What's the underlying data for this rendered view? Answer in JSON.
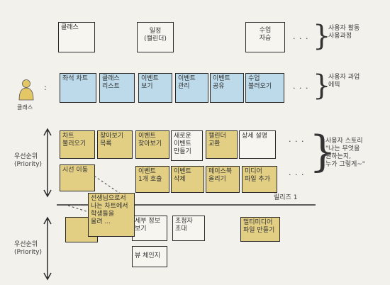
{
  "activities": {
    "cards": [
      "클래스",
      "일정\n(캘린더)",
      "수업\n자습"
    ],
    "dots": "· · ·",
    "label": "사용자 활동\n사용과정"
  },
  "tasks": {
    "user_label": "클래스",
    "colon": ":",
    "cards": [
      "좌석 차트",
      "클래스\n리스트",
      "이벤트\n보기",
      "이벤트\n관리",
      "이벤트\n공유",
      "수업\n불러오기"
    ],
    "dots": "· · ·",
    "label": "사용자 과업\n에픽"
  },
  "stories": {
    "row1": [
      "차트\n불러오기",
      "찾아보기\n목록",
      "이벤트\n찾아보기",
      "새로운\n이벤트\n만들기",
      "캘린더\n교환",
      "상세 설명"
    ],
    "row2": [
      "시선 이동",
      "이벤트\n1개 호출",
      "이벤트\n삭제",
      "페이스북\n올리기",
      "미디어\n파일 추가"
    ],
    "row3": [
      "세부 정보\n보기",
      "초청자\n초대",
      "멀티미디어\n파일 만들기"
    ],
    "row4": [
      "뷰 체인지"
    ],
    "popup": "선생님으로서\n나는 차트에서\n학생들을\n올려 ...",
    "dots1": "· · ·",
    "dots2": "· · ·",
    "label": "사용자 스토리\n\"나는 무엇을\n원하는지,\n누가 그렇게~\""
  },
  "priority_label_1": "우선순위\n(Priority)",
  "priority_label_2": "우선순위\n(Priority)",
  "release_label": "릴리즈 1"
}
